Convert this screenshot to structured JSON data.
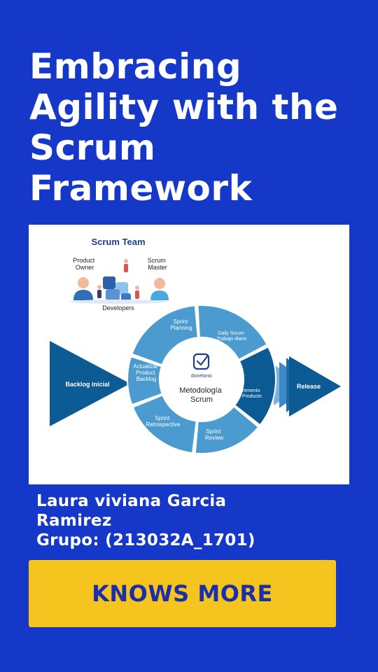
{
  "title": {
    "lines": [
      "Embracing",
      "Agility with the",
      "Scrum",
      "Framework"
    ]
  },
  "diagram": {
    "team_title": "Scrum Team",
    "product_owner": [
      "Product",
      "Owner"
    ],
    "scrum_master": [
      "Scrum",
      "Master"
    ],
    "developers": "Developers",
    "backlog": "Backlog inicial",
    "release": "Release",
    "segments": {
      "sprint_planning": [
        "Sprint",
        "Planning"
      ],
      "daily_scrum": [
        "Daily Scrum",
        "Trabajo diario"
      ],
      "incremento": [
        "Incremento",
        "de Producto"
      ],
      "sprint_review": [
        "Sprint",
        "Review"
      ],
      "sprint_retro": [
        "Sprint",
        "Retrospective"
      ],
      "actualizar": [
        "Actualizar",
        "Product",
        "Backlog"
      ]
    },
    "center_brand": "donetonic",
    "center_title": [
      "Metodología",
      "Scrum"
    ],
    "colors": {
      "dark": "#0c5a93",
      "light": "#4b9bd0",
      "team_title": "#1e3f8c"
    }
  },
  "author": {
    "name_line1": "Laura viviana Garcia",
    "name_line2": "Ramirez",
    "group": "Grupo: (213032A_1701)"
  },
  "cta": {
    "label": "KNOWS MORE"
  }
}
